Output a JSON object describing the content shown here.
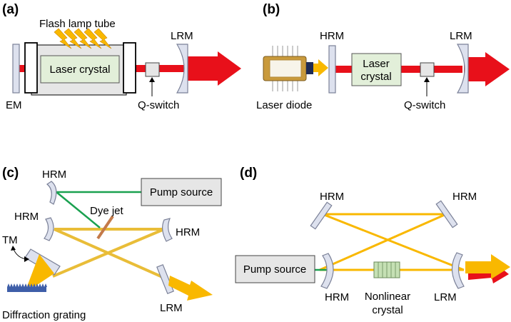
{
  "colors": {
    "laser_red": "#e8101a",
    "beam_yellow": "#f9b800",
    "beam_gold": "#e9bd38",
    "pump_green": "#1aa150",
    "mirror_fill": "#dde1ee",
    "mirror_stroke": "#7a8097",
    "crystal_fill": "#e2efd9",
    "box_fill": "#e6e6e6",
    "grating_blue": "#3e5ea8",
    "dye_jet": "#c47a4a",
    "nonlinear_fill": "#c5e0b4"
  },
  "panels": {
    "a": {
      "label": "(a)",
      "flash_lamp": "Flash lamp tube",
      "crystal": "Laser crystal",
      "em": "EM",
      "lrm": "LRM",
      "qswitch": "Q-switch"
    },
    "b": {
      "label": "(b)",
      "laser_diode": "Laser diode",
      "hrm": "HRM",
      "crystal_line1": "Laser",
      "crystal_line2": "crystal",
      "lrm": "LRM",
      "qswitch": "Q-switch"
    },
    "c": {
      "label": "(c)",
      "hrm_top": "HRM",
      "hrm_left": "HRM",
      "hrm_right": "HRM",
      "pump": "Pump source",
      "dye_jet": "Dye jet",
      "tm": "TM",
      "grating": "Diffraction grating",
      "lrm": "LRM"
    },
    "d": {
      "label": "(d)",
      "hrm_tl": "HRM",
      "hrm_tr": "HRM",
      "hrm_bl": "HRM",
      "pump": "Pump source",
      "nonlinear_line1": "Nonlinear",
      "nonlinear_line2": "crystal",
      "lrm": "LRM"
    }
  }
}
